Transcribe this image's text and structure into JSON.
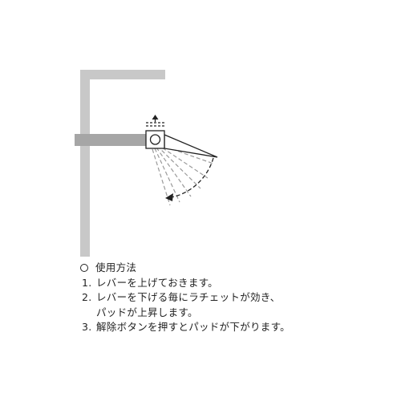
{
  "colors": {
    "frame": "#c8c8c8",
    "lever_bar": "#a6a6a6",
    "outline": "#222222",
    "swing_lines": "#9a9a9a"
  },
  "icons": {
    "lift_arrow": "up-arrow-icon",
    "return_arrow": "dashed-arc-arrow-icon"
  },
  "instructions": {
    "heading": "使用方法",
    "steps": [
      {
        "number": "1.",
        "lines": [
          "レバーを上げておきます。"
        ]
      },
      {
        "number": "2.",
        "lines": [
          "レバーを下げる毎にラチェットが効き、",
          "パッドが上昇します。"
        ]
      },
      {
        "number": "3.",
        "lines": [
          "解除ボタンを押すとパッドが下がります。"
        ]
      }
    ]
  }
}
